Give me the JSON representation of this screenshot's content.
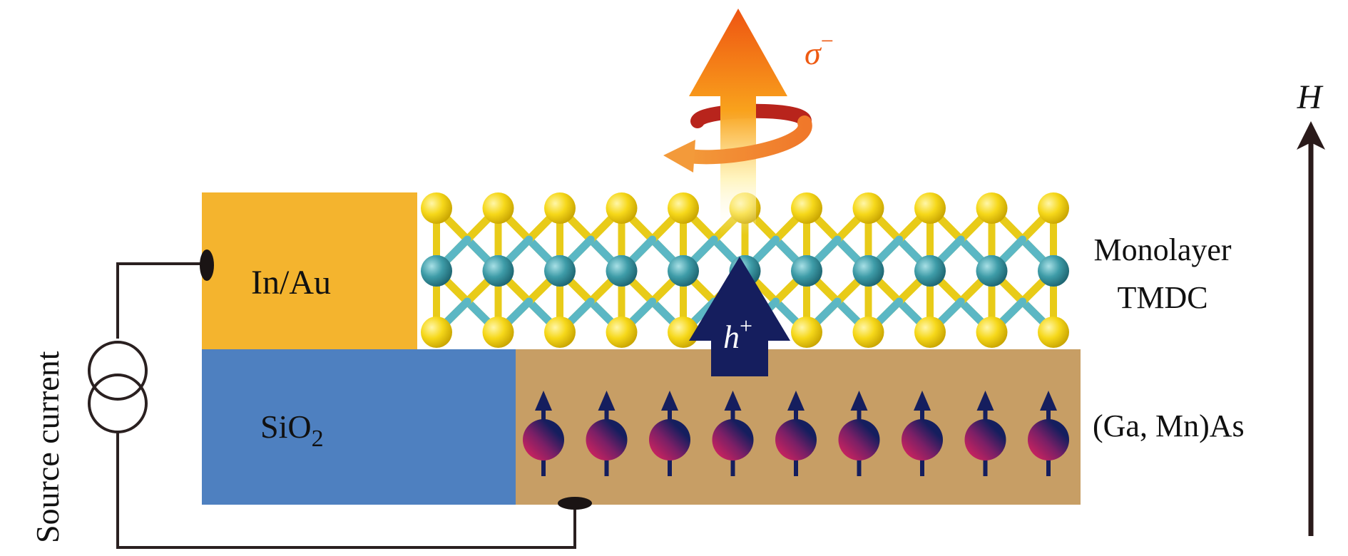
{
  "labels": {
    "contact": "In/Au",
    "substrate_base": "SiO",
    "substrate_sub": "2",
    "ferromagnet": "(Ga, Mn)As",
    "tmdc_line1": "Monolayer",
    "tmdc_line2": "TMDC",
    "source": "Source current",
    "hole_base": "h",
    "hole_sup": "+",
    "polarization_base": "σ",
    "polarization_sup": "−",
    "field": "H"
  },
  "colors": {
    "contact_fill": "#F4B42E",
    "sio2_fill": "#4E80C0",
    "gamnas_fill": "#C79E65",
    "sulfur": "#F2D61A",
    "metal_atom": "#3E9CA8",
    "bond_metal": "#5BB7C4",
    "spin_dark": "#151E5E",
    "spin_magenta": "#E0245E",
    "hole_arrow": "#151E5E",
    "light_arrow": "#EE5A12",
    "helix": "#F08A2A",
    "sigma_text": "#EE5A12",
    "wire": "#2A2020",
    "field_arrow": "#2A1A1A"
  },
  "icons": {
    "current_source": "current-source-icon",
    "hole_arrow": "hole-arrow-icon",
    "emission_arrow": "circular-polarization-arrow-icon",
    "field_arrow": "magnetic-field-arrow-icon"
  },
  "spin_count": 9,
  "tmdc_unit_count": 11
}
